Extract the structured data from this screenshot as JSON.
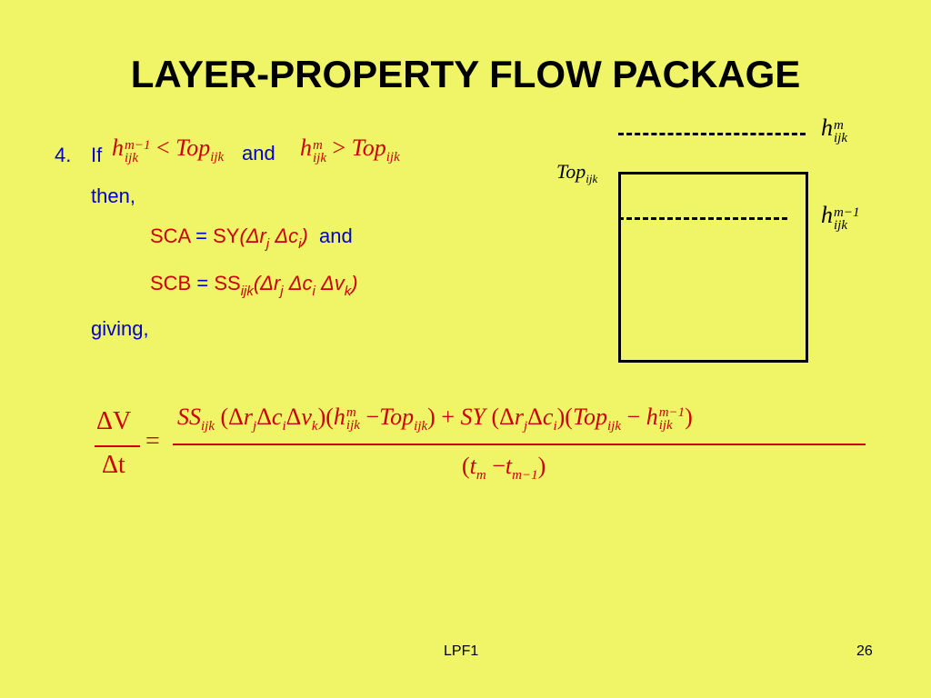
{
  "slide": {
    "title": "LAYER-PROPERTY FLOW PACKAGE",
    "footer_center": "LPF1",
    "page_number": "26"
  },
  "content": {
    "item_number": "4.",
    "if_label": "If",
    "condition1": {
      "var": "h",
      "sup": "m−1",
      "sub": "ijk",
      "op": " < ",
      "top": "Top",
      "top_sub": "ijk"
    },
    "and_label": "and",
    "condition2": {
      "var": "h",
      "sup": "m",
      "sub": "ijk",
      "op": " > ",
      "top": "Top",
      "top_sub": "ijk"
    },
    "then_label": "then,",
    "sca": {
      "lhs": "SCA",
      "eq": " = ",
      "coef": "SY",
      "open": "(Δr",
      "r_sub": "j",
      "mid": " Δc",
      "c_sub": "i",
      "close": ")",
      "and": "and"
    },
    "scb": {
      "lhs": "SCB",
      "eq": " = ",
      "coef": "SS",
      "coef_sub": "ijk",
      "open": "(Δr",
      "r_sub": "j",
      "mid": " Δc",
      "c_sub": "i",
      "v": " Δv",
      "v_sub": "k",
      "close": ")"
    },
    "giving_label": "giving,"
  },
  "diagram": {
    "h_var": "h",
    "h_top_sup": "m",
    "h_top_sub": "ijk",
    "h_bot_sup": "m−1",
    "h_bot_sub": "ijk",
    "top_label": "Top",
    "top_label_sub": "ijk"
  },
  "equation": {
    "lhs_num": "ΔV",
    "lhs_den": "Δt",
    "equals": "=",
    "numerator": "SS_ijk (Δr_j Δc_i Δv_k)(h^m_ijk − Top_ijk) + SY(Δr_j Δc_i)(Top_ijk − h^(m−1)_ijk)",
    "denominator": "(t_m − t_m−1)"
  }
}
